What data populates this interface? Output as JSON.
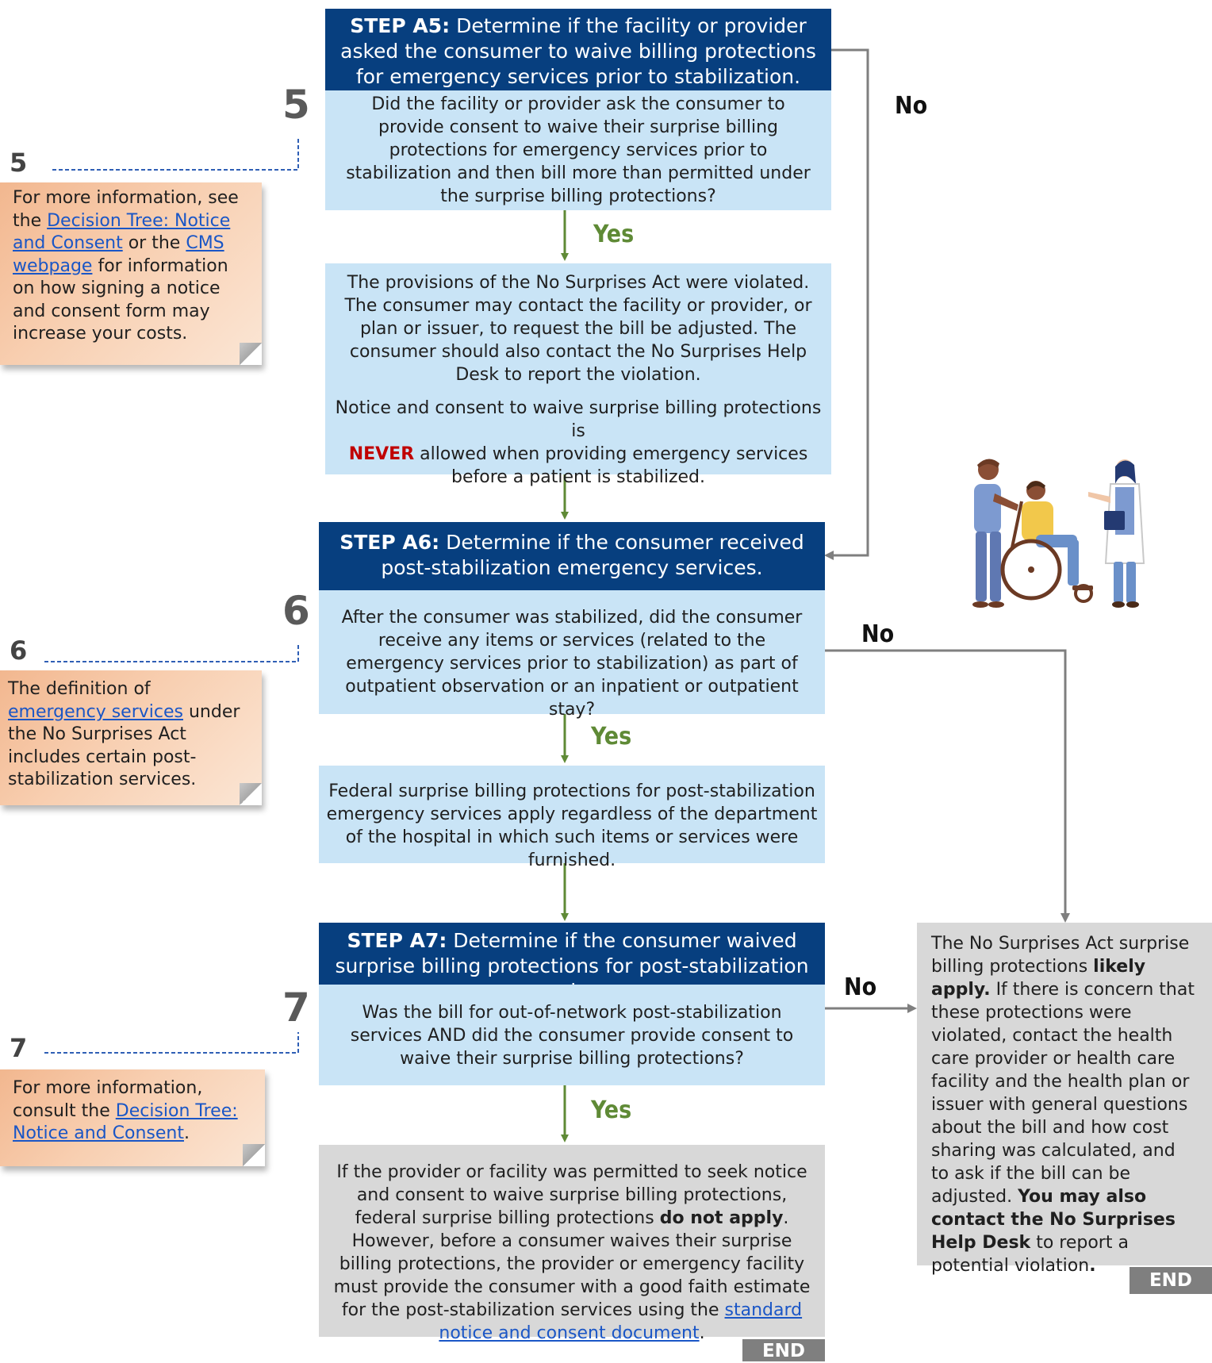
{
  "step_a5": {
    "label": "STEP A5:",
    "title": "Determine if the facility or provider asked the consumer to waive billing protections for emergency services prior to stabilization.",
    "question": "Did the facility or provider ask the consumer to provide consent to waive their surprise billing protections for emergency services prior to stabilization and then bill more than permitted under the surprise billing protections?",
    "number": "5",
    "yes_label": "Yes",
    "no_label": "No",
    "result_p1": "The provisions of the No Surprises Act were violated. The consumer may contact the facility or provider, or plan or issuer, to request the bill be adjusted. The consumer should also contact the No Surprises Help Desk to report the violation.",
    "result_p2_before": "Notice and consent to waive surprise billing protections is",
    "result_p2_never": "NEVER",
    "result_p2_after": "allowed when providing emergency services before a patient is stabilized."
  },
  "step_a6": {
    "label": "STEP A6:",
    "title": "Determine if the consumer received post-stabilization emergency services.",
    "question": "After the consumer was stabilized, did the consumer receive any items or services (related to the emergency services prior to stabilization) as part of outpatient observation or an inpatient or outpatient stay?",
    "number": "6",
    "yes_label": "Yes",
    "no_label": "No",
    "result": "Federal surprise billing protections for post-stabilization emergency services apply regardless of the department of the hospital in which such items or services were furnished."
  },
  "step_a7": {
    "label": "STEP A7:",
    "title": "Determine if the consumer waived surprise billing protections for post-stabilization services.",
    "question": "Was the bill for out-of-network post-stabilization services AND did the consumer provide consent to waive their surprise billing protections?",
    "number": "7",
    "yes_label": "Yes",
    "no_label": "No",
    "result_t1": "If the provider or facility was permitted to seek notice and consent to waive surprise billing protections, federal surprise billing protections",
    "result_bold": "do not apply",
    "result_t2": ". However, before a consumer waives their surprise billing protections, the provider or emergency facility must provide the consumer with a good faith estimate for the post-stabilization services using the",
    "result_link": "standard notice and consent document",
    "result_t3": ".",
    "end_label": "END"
  },
  "right_box": {
    "t1": "The No Surprises Act surprise billing protections",
    "b1": "likely apply.",
    "t2": "If there is concern that these protections were violated, contact the health care provider or health care facility and the health plan or issuer with general questions about the bill and how cost sharing was calculated, and to ask if the bill can be adjusted.",
    "b2": "You may also contact the No Surprises Help Desk",
    "t3": "to report a potential violation",
    "b3": ".",
    "end_label": "END"
  },
  "notes": {
    "n5": {
      "number": "5",
      "t1": "For more information, see the",
      "link1": "Decision Tree: Notice and Consent",
      "t2": "or the",
      "link2": "CMS webpage",
      "t3": "for information on how signing a notice and consent form may increase your costs."
    },
    "n6": {
      "number": "6",
      "t1": "The definition of",
      "link1": "emergency services",
      "t2": "under the No Surprises Act includes certain post-stabilization services."
    },
    "n7": {
      "number": "7",
      "t1": "For more information, consult the",
      "link1": "Decision Tree: Notice and Consent",
      "t2": "."
    }
  },
  "colors": {
    "header": "#073f7f",
    "question": "#c9e4f6",
    "gray_box": "#d8d8d8",
    "yes_arrow": "#5f8a36",
    "no_arrow": "#7f7f7f",
    "note": "#f6c4a2",
    "never": "#c00000"
  }
}
